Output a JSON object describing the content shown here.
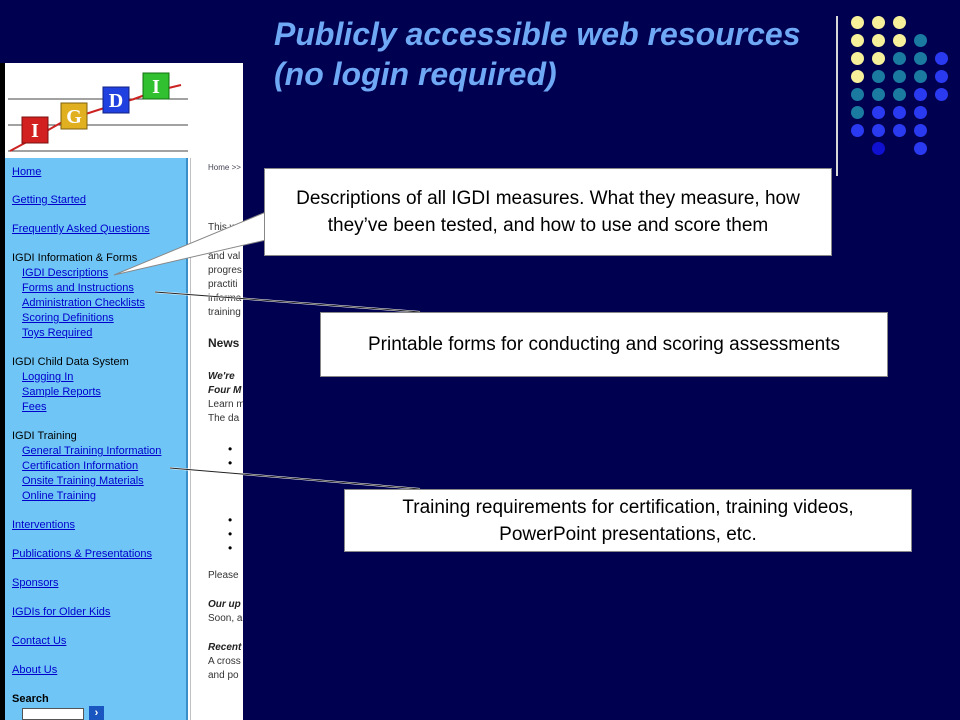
{
  "slide": {
    "title": "Publicly accessible web resources (no login required)",
    "accent_color": "#6fa8f4",
    "background_color": "#000050"
  },
  "logo": {
    "letters": [
      "I",
      "G",
      "D",
      "I"
    ]
  },
  "website": {
    "nav": {
      "home": "Home",
      "getting_started": "Getting Started",
      "faq": "Frequently Asked Questions",
      "info_forms_header": "IGDI Information & Forms",
      "descriptions": "IGDI Descriptions",
      "forms_instructions": "Forms and Instructions",
      "admin_checklists": "Administration Checklists",
      "scoring_definitions": "Scoring Definitions",
      "toys_required": "Toys Required",
      "child_data_header": "IGDI Child Data System",
      "logging_in": "Logging In",
      "sample_reports": "Sample Reports",
      "fees": "Fees",
      "training_header": "IGDI Training",
      "general_training": "General Training Information",
      "certification": "Certification Information",
      "onsite_materials": "Onsite Training Materials",
      "online_training": "Online Training",
      "interventions": "Interventions",
      "publications": "Publications & Presentations",
      "sponsors": "Sponsors",
      "older_kids": "IGDIs for Older Kids",
      "contact": "Contact Us",
      "about": "About Us",
      "search_label": "Search",
      "search_button": "›"
    },
    "content_fragments": {
      "breadcrumb": "Home >>",
      "line1": "This w",
      "line2": "and val",
      "line3": "progres",
      "line4": "practiti",
      "line5": "informa",
      "line6": "training",
      "news": "News",
      "were": "We're",
      "four": "Four M",
      "learn": "Learn m",
      "the_da": "The da",
      "please": "Please",
      "our_up": "Our up",
      "soon": "Soon, a",
      "recent": "Recent",
      "a_cross": "A cross",
      "and_po": "and po"
    }
  },
  "callouts": {
    "descriptions": "Descriptions of all IGDI measures. What they measure, how they’ve been tested, and how to use and score them",
    "forms": "Printable forms for conducting and scoring assessments",
    "training": "Training requirements for certification, training videos, PowerPoint presentations, etc."
  }
}
